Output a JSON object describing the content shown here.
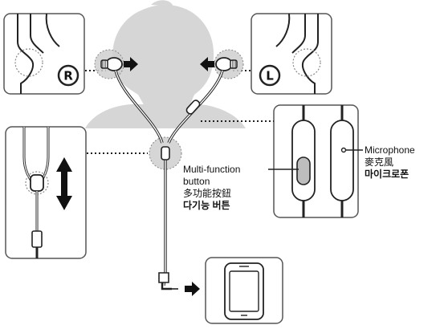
{
  "labels": {
    "mfb_en_1": "Multi-function",
    "mfb_en_2": "button",
    "mfb_zh": "多功能按鈕",
    "mfb_ko": "다기능 버튼",
    "mic_en": "Microphone",
    "mic_zh": "麥克風",
    "mic_ko": "마이크로폰",
    "right_mark": "R",
    "left_mark": "L"
  },
  "icons": {
    "head": "person-head-silhouette",
    "earbud": "earbud-icon",
    "remote": "inline-remote-icon",
    "plug": "headphone-plug-icon",
    "phone": "smartphone-icon",
    "slider": "cord-slider-icon",
    "arrow": "arrow-icon",
    "updown": "up-down-arrow-icon"
  },
  "colors": {
    "silhouette": "#d6d6d6",
    "stroke": "#222222",
    "panel_border": "#555555",
    "callout": "#cfcfcf",
    "button": "#bdbdbd"
  }
}
